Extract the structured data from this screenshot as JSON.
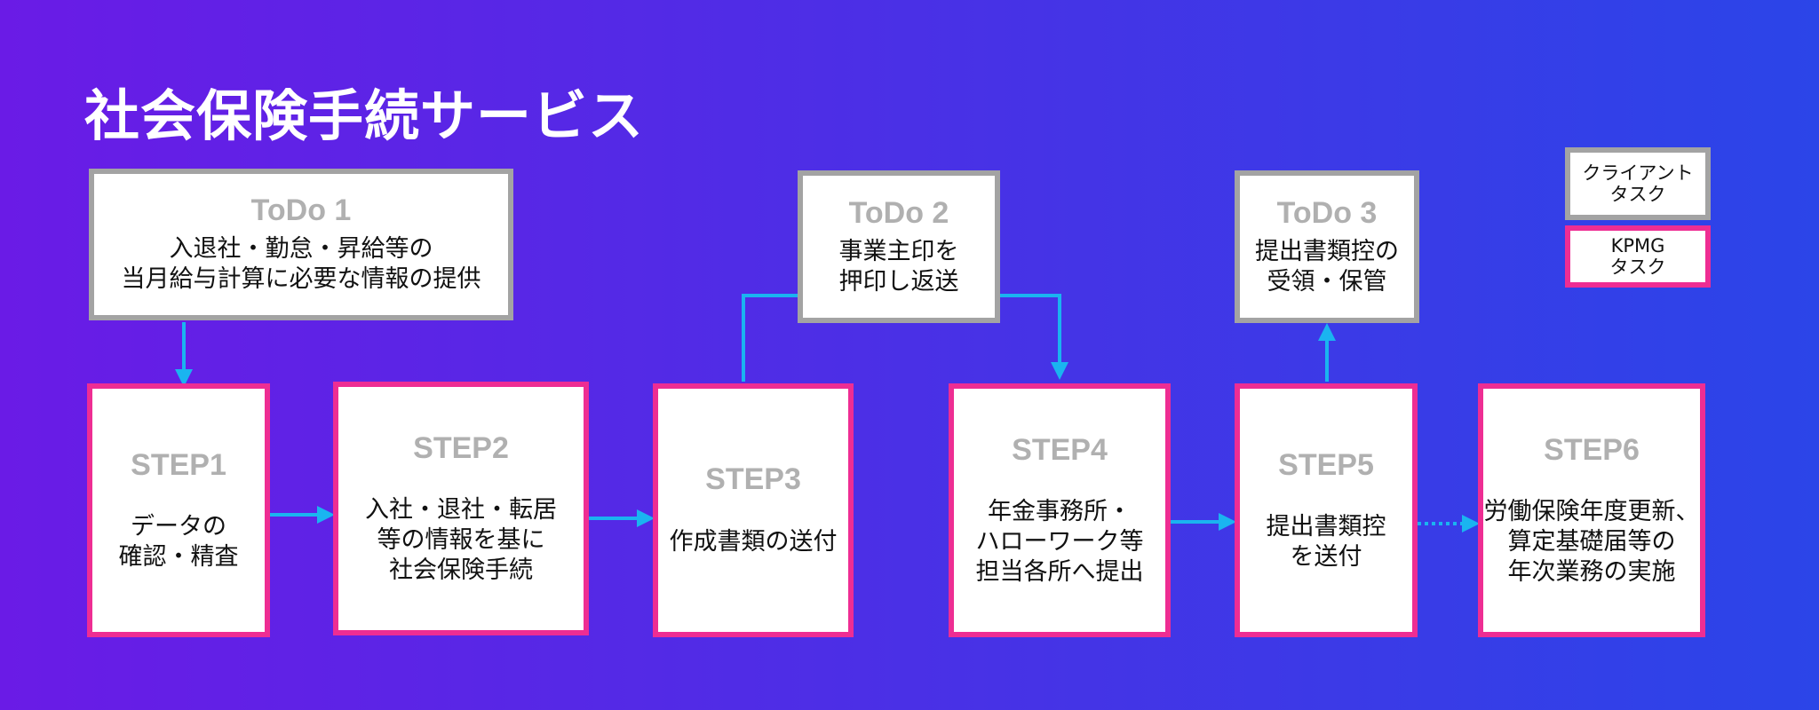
{
  "title": "社会保険手続サービス",
  "todos": [
    {
      "head": "ToDo 1",
      "body": "入退社・勤怠・昇給等の\n当月給与計算に必要な情報の提供"
    },
    {
      "head": "ToDo 2",
      "body": "事業主印を\n押印し返送"
    },
    {
      "head": "ToDo 3",
      "body": "提出書類控の\n受領・保管"
    }
  ],
  "steps": [
    {
      "head": "STEP1",
      "body": "データの\n確認・精査"
    },
    {
      "head": "STEP2",
      "body": "入社・退社・転居\n等の情報を基に\n社会保険手続"
    },
    {
      "head": "STEP3",
      "body": "作成書類の送付"
    },
    {
      "head": "STEP4",
      "body": "年金事務所・\nハローワーク等\n担当各所へ提出"
    },
    {
      "head": "STEP5",
      "body": "提出書類控\nを送付"
    },
    {
      "head": "STEP6",
      "body": "労働保険年度更新、\n算定基礎届等の\n年次業務の実施"
    }
  ],
  "legend": {
    "client": "クライアント\nタスク",
    "kpmg": "KPMG\nタスク"
  },
  "colors": {
    "arrow": "#1ab4f0",
    "client_border": "#a3a3a3",
    "kpmg_border": "#ee2d93"
  }
}
